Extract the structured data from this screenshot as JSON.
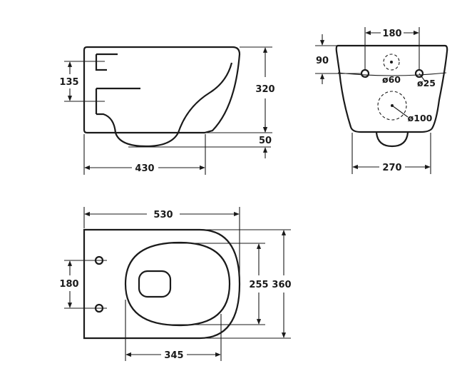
{
  "side_view": {
    "dims": {
      "height_135": "135",
      "height_320": "320",
      "height_50": "50",
      "length_430": "430"
    }
  },
  "rear_view": {
    "dims": {
      "width_180": "180",
      "height_90": "90",
      "width_270": "270"
    },
    "labels": {
      "d60": "ø60",
      "d25": "ø25",
      "d100": "ø100"
    }
  },
  "top_view": {
    "dims": {
      "length_530": "530",
      "spacing_180": "180",
      "width_255": "255",
      "width_360": "360",
      "length_345": "345"
    }
  },
  "colors": {
    "line": "#1a1a1a",
    "background": "#ffffff"
  }
}
